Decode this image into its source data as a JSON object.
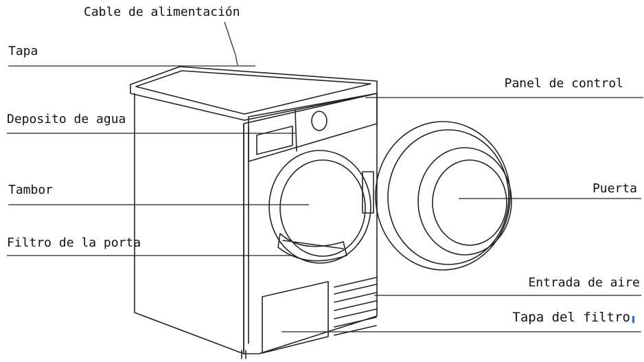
{
  "labels": {
    "cable": "Cable de alimentación",
    "tapa": "Tapa",
    "deposito": "Deposito de agua",
    "tambor": "Tambor",
    "filtro_porta": "Filtro de la porta",
    "panel": "Panel de control",
    "puerta": "Puerta",
    "entrada": "Entrada de aire",
    "tapa_filtro": "Tapa del filtro"
  },
  "colors": {
    "line": "#222222",
    "text": "#111111",
    "accent_mark": "#2a6bd6"
  }
}
